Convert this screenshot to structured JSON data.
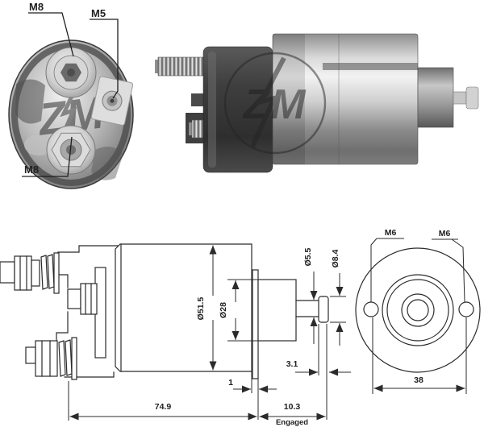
{
  "colors": {
    "ink": "#2b2b2b",
    "background": "#ffffff",
    "metal_light": "#f0f0f0",
    "metal_mid": "#9a9a9a",
    "metal_dark": "#3a3a3a"
  },
  "end_view": {
    "watermark": "ZM",
    "label_top": "M8",
    "label_right": "M5",
    "label_bottom": "M8"
  },
  "side_photo": {
    "watermark": "ZM"
  },
  "dims": {
    "body_dia": "Ø51.5",
    "boss_dia": "Ø28",
    "shaft_dia": "Ø5.5",
    "tip_dia": "Ø8.4",
    "tip_thickness": "3.1",
    "face_gap": "1",
    "body_length": "74.9",
    "travel": "10.3",
    "travel_state": "Engaged",
    "hole_left": "M6",
    "hole_right": "M6",
    "hole_spacing": "38"
  }
}
